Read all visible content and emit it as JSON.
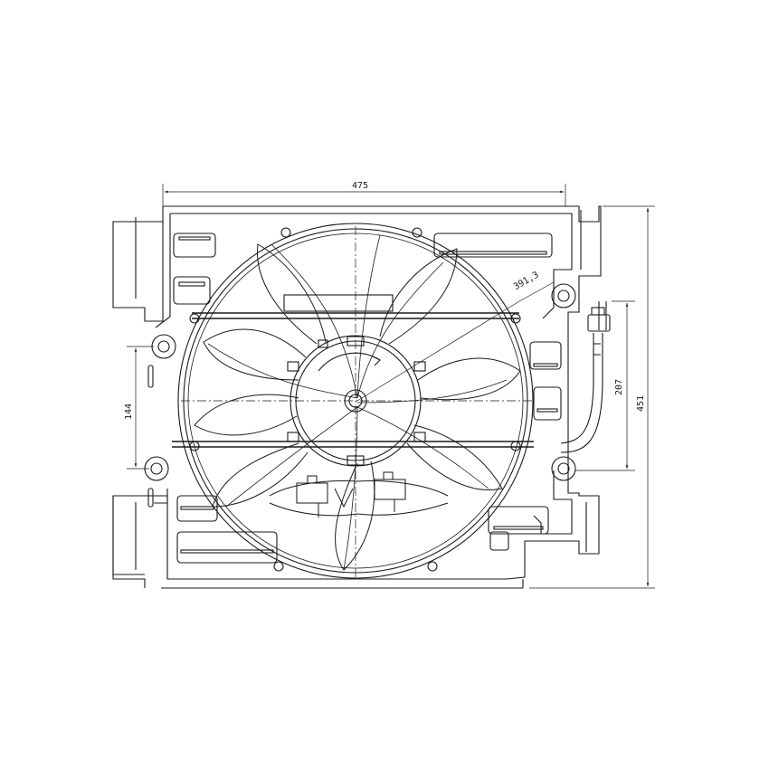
{
  "drawing": {
    "dimensions": {
      "overall_width": "475",
      "fan_diameter": "391,3",
      "mount_spacing_left": "144",
      "connector_height": "207",
      "overall_height": "451"
    },
    "colors": {
      "line": "#1a1a1a",
      "background": "#ffffff"
    }
  }
}
